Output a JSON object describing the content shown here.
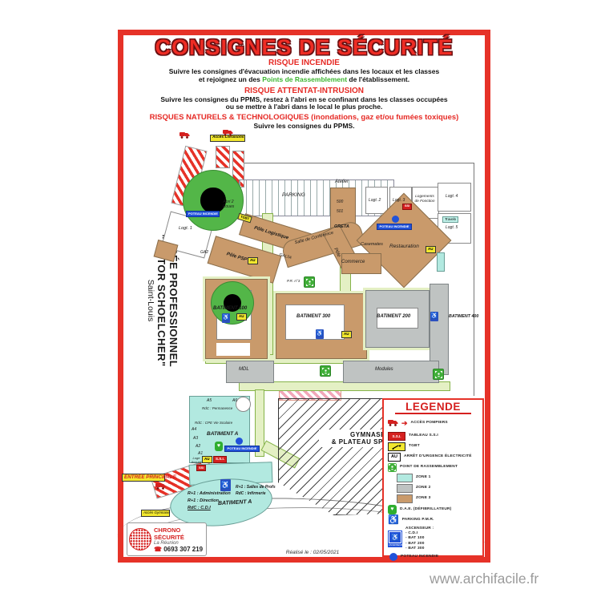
{
  "header": {
    "title": "CONSIGNES DE SÉCURITÉ",
    "incendie_title": "RISQUE INCENDIE",
    "incendie_line1": "Suivre les consignes d'évacuation incendie affichées dans les locaux et les classes",
    "incendie_line2_pre": "et rejoignez un des ",
    "incendie_line2_green": "Points de Rassemblement",
    "incendie_line2_post": " de l'établissement.",
    "attentat_title": "RISQUE ATTENTAT-INTRUSION",
    "attentat_line1": "Suivre les consignes du PPMS, restez à l'abri en se confinant dans les classes occupées",
    "attentat_line2": "ou se mettre à l'abri dans le local le plus proche.",
    "naturels_title": "RISQUES NATURELS & TECHNOLOGIQUES (inondations, gaz et/ou fumées toxiques)",
    "naturels_line1": "Suivre les consignes du PPMS."
  },
  "school": {
    "line1": "LYCÉE PROFESSIONNEL",
    "line2": "\"VICTOR SCHOELCHER\"",
    "line3": "Saint-Louis"
  },
  "map": {
    "labels": {
      "acces_livraisons": "Accès Livraisons",
      "parking": "PARKING",
      "abri_2_roues": "Abri 2 Roues",
      "atelier": "Atelier",
      "logt1": "Logt. 1",
      "logt2": "Logt. 2",
      "logt3": "Logt. 3",
      "logt4": "Logt. 4",
      "logt5": "Logt. 5",
      "logements_fonction": "Logements de Fonction",
      "r500": "500",
      "r501": "501",
      "greta": "GRETA",
      "travelo": "Travelo",
      "pole_logistique": "Pôle Logistique",
      "salle_conference": "Salle de Conférence",
      "pole_psp": "Pôle PSP",
      "ga2": "GA2",
      "galta": "GALTA",
      "casemates": "Casemates",
      "pole": "Pôle",
      "commerce": "Commerce",
      "restauration": "Restauration",
      "batiment_100": "BATIMENT 100",
      "batiment_200": "BATIMENT 200",
      "batiment_300": "BATIMENT 300",
      "batiment_400": "BATIMENT 400",
      "modules": "Modules",
      "mdl": "MDL",
      "pr3": "P.R. n°3",
      "au": "AU",
      "ssi_full": "S.S.I.",
      "ssi_short": "SSI",
      "tgbt": "TGBT",
      "poteau_incendie": "POTEAU INCENDIE",
      "gymnase_l1": "GYMNASE",
      "gymnase_l2": "& PLATEAU SPORTIF",
      "batiment_a": "BATIMENT A",
      "a1": "A1",
      "a2": "A2",
      "a3": "A3",
      "a4": "A4",
      "a5": "A5",
      "a6": "A6",
      "rdc_permanence": "RdC : Permanence",
      "rdc_cpe": "RdC : CPE Vie Scolaire",
      "loge_accueil": "Loge Accueil",
      "r1_salles_profs": "R+1 : Salles de Profs",
      "rdc_infirmerie": "RdC : Infirmerie",
      "r1_admin": "R+1 : Administration",
      "r1_direction": "R+1 : Direction",
      "rdc_cdi": "RdC : C.D.I",
      "entree_principale": "ENTRÉE PRINCIPALE",
      "acces_gymnase": "Accès Gymnase"
    }
  },
  "legend": {
    "title": "LEGENDE",
    "ssi_icon": "S.S.I.",
    "au_icon": "AU",
    "ascenseur_icon": "ASCENSEUR",
    "items": {
      "acces_pompiers": "ACCÈS POMPIERS",
      "tableau_ssi": "TABLEAU S.S.I",
      "tgbt": "TGBT",
      "arret_urgence": "ARRÊT D'URGENCE ÉLECTRICITÉ",
      "point_rassemblement": "POINT DE RASSEMBLEMENT",
      "zone1": "ZONE 1",
      "zone2": "ZONE 2",
      "zone3": "ZONE 3",
      "dae": "D.A.E. (DÉFIBRILLATEUR)",
      "parking_pmr": "PARKING P.M.R.",
      "ascenseur_title": "ASCENSEUR :",
      "ascenseur_lines": [
        "- C.D.I",
        "- BAT 100",
        "- BAT 200",
        "- BAT 300"
      ],
      "poteau_incendie": "POTEAU INCENDIE"
    }
  },
  "footer": {
    "chrono_name": "CHRONO SÉCURITÉ",
    "chrono_sub": "La Réunion",
    "chrono_phone": "0693 307 219",
    "date_line": "Réalisé le : 02/05/2021"
  },
  "credit": "www.archifacile.fr",
  "colors": {
    "accent_red": "#e62a25",
    "rassemblement_green": "#3db531",
    "zone1": "#b2e9e0",
    "zone2": "#bfc3c2",
    "zone3": "#c99a6b",
    "blue": "#2152d9",
    "label_yellow": "#f2e72e"
  }
}
